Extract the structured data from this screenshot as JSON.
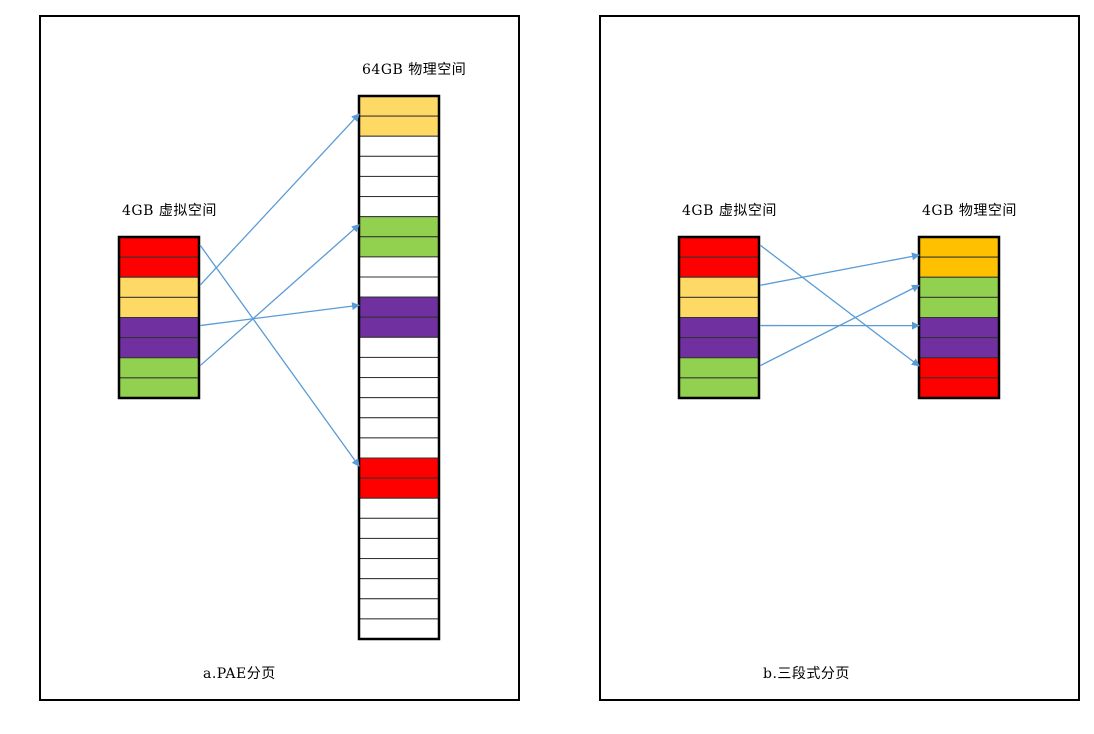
{
  "colors": {
    "red": "#ff0000",
    "yellow": "#ffd966",
    "orange": "#ffc000",
    "purple": "#7030a0",
    "green": "#92d050",
    "white": "#ffffff",
    "arrow": "#5b9bd5"
  },
  "panel_a": {
    "virtual_label": "4GB 虚拟空间",
    "physical_label": "64GB 物理空间",
    "caption": "a.PAE分页",
    "virtual_rows": [
      "red",
      "red",
      "yellow",
      "yellow",
      "purple",
      "purple",
      "green",
      "green"
    ],
    "physical_rows": [
      "yellow",
      "yellow",
      "white",
      "white",
      "white",
      "white",
      "green",
      "green",
      "white",
      "white",
      "purple",
      "purple",
      "white",
      "white",
      "white",
      "white",
      "white",
      "white",
      "red",
      "red",
      "white",
      "white",
      "white",
      "white",
      "white",
      "white",
      "white"
    ],
    "mappings": [
      {
        "from": 0,
        "to": 18,
        "color": "red"
      },
      {
        "from": 2,
        "to": 0,
        "color": "yellow"
      },
      {
        "from": 4,
        "to": 10,
        "color": "purple"
      },
      {
        "from": 6,
        "to": 6,
        "color": "green"
      }
    ]
  },
  "panel_b": {
    "virtual_label": "4GB 虚拟空间",
    "physical_label": "4GB 物理空间",
    "caption": "b.三段式分页",
    "virtual_rows": [
      "red",
      "red",
      "yellow",
      "yellow",
      "purple",
      "purple",
      "green",
      "green"
    ],
    "physical_rows": [
      "orange",
      "orange",
      "green",
      "green",
      "purple",
      "purple",
      "red",
      "red"
    ],
    "mappings": [
      {
        "from": 0,
        "to": 6,
        "color": "red"
      },
      {
        "from": 2,
        "to": 0,
        "color": "yellow"
      },
      {
        "from": 4,
        "to": 4,
        "color": "purple"
      },
      {
        "from": 6,
        "to": 2,
        "color": "green"
      }
    ]
  }
}
